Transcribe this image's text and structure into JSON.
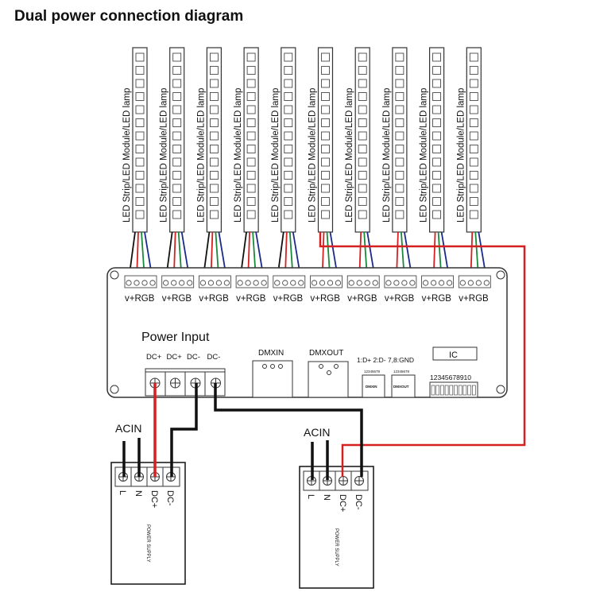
{
  "title": "Dual power connection diagram",
  "strips": {
    "label": "LED Strip/LED Module/LED lamp",
    "output_label": "v+RGB",
    "count": 10,
    "shared_v_plus_strips": [
      6,
      7,
      8,
      9,
      10
    ]
  },
  "controller": {
    "power_input_label": "Power Input",
    "power_terminals": [
      "DC+",
      "DC+",
      "DC-",
      "DC-"
    ],
    "dmx_in_label": "DMXIN",
    "dmx_out_label": "DMXOUT",
    "pinout_note": "1:D+ 2:D- 7,8:GND",
    "ic_label": "IC",
    "small_pin_label": "12345678",
    "small_dmx_in": "DMXIN",
    "small_dmx_out": "DMXOUT",
    "dip_label": "12345678910"
  },
  "power_supplies": [
    {
      "ac_label": "ACIN",
      "terminals": [
        "L",
        "N",
        "DC+",
        "DC-"
      ],
      "body_label": "POWER SUPPLY"
    },
    {
      "ac_label": "ACIN",
      "terminals": [
        "L",
        "N",
        "DC+",
        "DC-"
      ],
      "body_label": "POWER SUPPLY"
    }
  ],
  "colors": {
    "v_plus": "#111111",
    "red": "#d42020",
    "green": "#1a8a3a",
    "blue": "#1a2a8a",
    "outline": "#333333"
  }
}
